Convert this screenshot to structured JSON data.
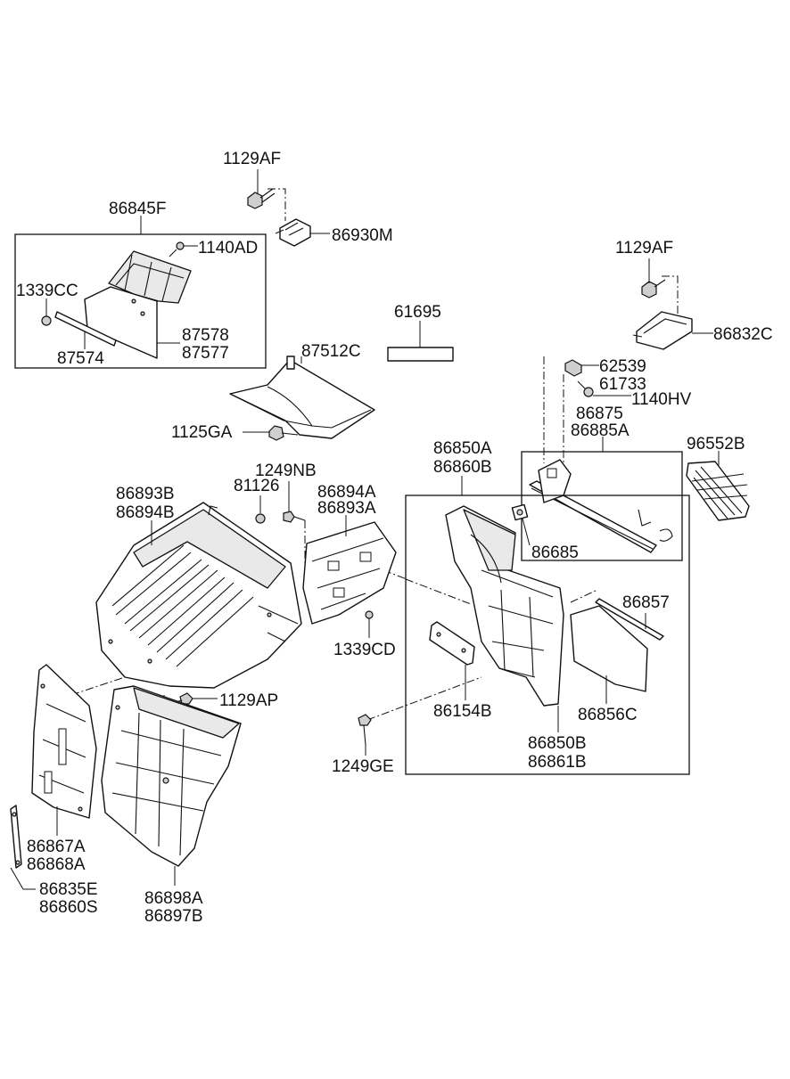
{
  "diagram": {
    "labels": {
      "p1129AF_top": "1129AF",
      "p86930M": "86930M",
      "p86845F": "86845F",
      "p1140AD": "1140AD",
      "p1339CC": "1339CC",
      "p87578": "87578",
      "p87577": "87577",
      "p87574": "87574",
      "p61695": "61695",
      "p87512C": "87512C",
      "p1125GA": "1125GA",
      "p1129AF_right": "1129AF",
      "p86832C": "86832C",
      "p62539": "62539",
      "p61733": "61733",
      "p1140HV": "1140HV",
      "p86875": "86875",
      "p86885A": "86885A",
      "p96552B": "96552B",
      "p1249NB": "1249NB",
      "p81126": "81126",
      "p86893B": "86893B",
      "p86894B": "86894B",
      "p86894A": "86894A",
      "p86893A": "86893A",
      "p86850A": "86850A",
      "p86860B": "86860B",
      "p86685": "86685",
      "p86857": "86857",
      "p1339CD": "1339CD",
      "p1129AP": "1129AP",
      "p86154B": "86154B",
      "p86856C": "86856C",
      "p86850B": "86850B",
      "p86861B": "86861B",
      "p1249GE": "1249GE",
      "p86867A": "86867A",
      "p86868A": "86868A",
      "p86835E": "86835E",
      "p86860S": "86860S",
      "p86898A": "86898A",
      "p86897B": "86897B"
    }
  }
}
